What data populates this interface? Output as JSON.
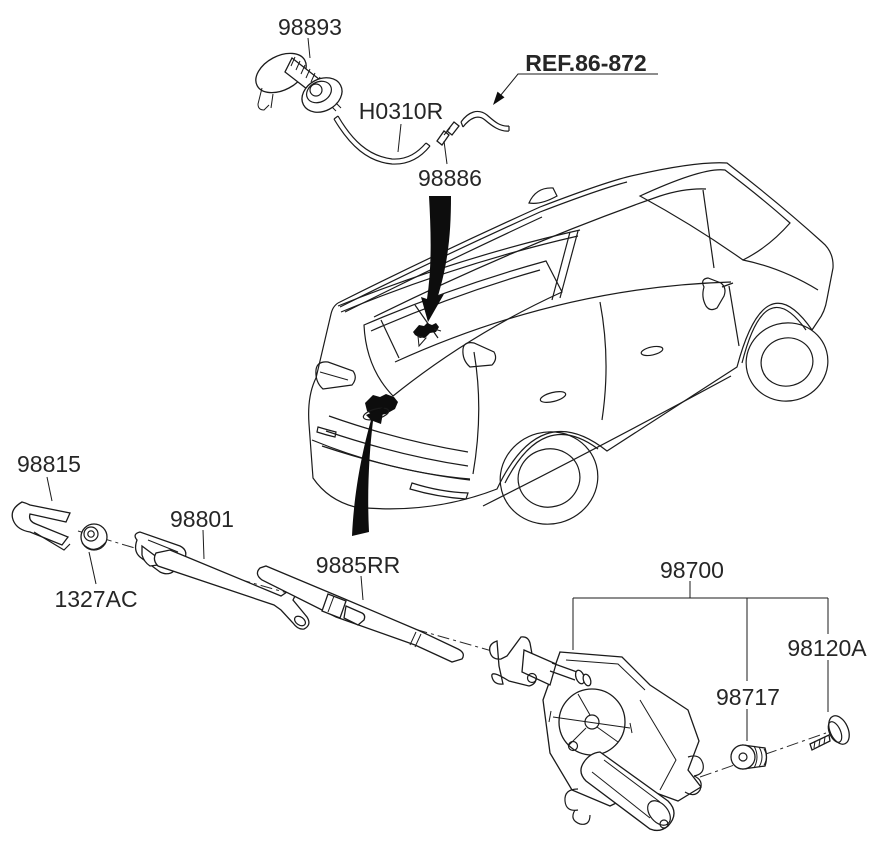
{
  "labels": {
    "nozzle": "98893",
    "washer_hose": "H0310R",
    "ref": "REF.86-872",
    "hose_connector": "98886",
    "arm_cap": "98815",
    "wiper_arm": "98801",
    "arm_nut": "1327AC",
    "wiper_blade": "9885RR",
    "wiper_motor": "98700",
    "motor_grommet": "98717",
    "mounting_screw": "98120A"
  },
  "colors": {
    "line": "#1b1b1b",
    "text": "#262626",
    "background": "#ffffff"
  }
}
